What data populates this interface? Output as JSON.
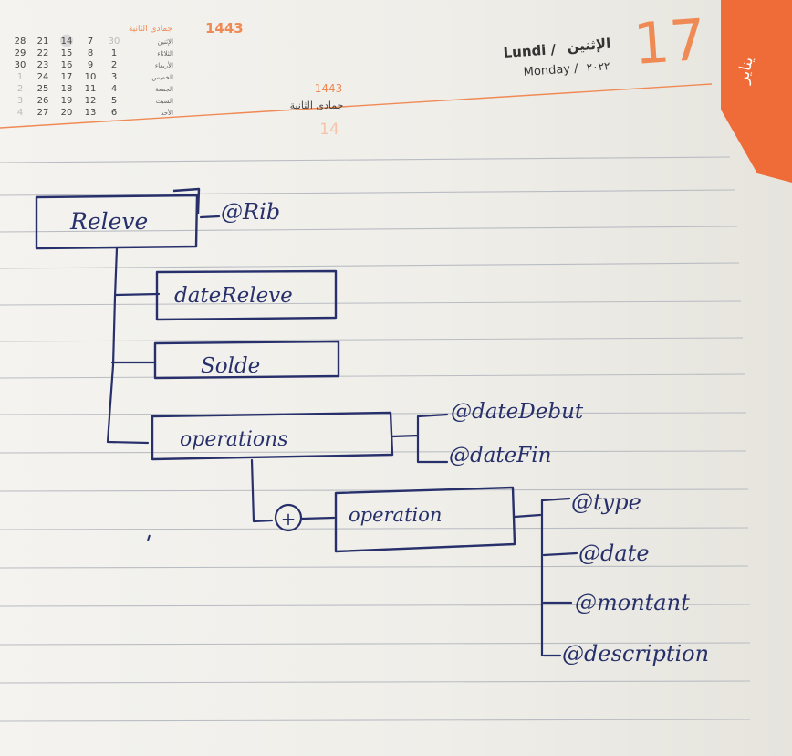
{
  "header": {
    "hijri_year": "1443",
    "hijri_year_small": "1443",
    "hijri_month": "جمادى الثانية",
    "faint_day": "14",
    "day_fr": "Lundi /",
    "day_ar": "الإثنين",
    "day_en": "Monday /",
    "day_number": "17",
    "month_tab": "يناير",
    "mini_header_ar": "جمادى الثانية",
    "calendar_rows": [
      {
        "label": "الإثنين",
        "nums": [
          "28",
          "21",
          "14",
          "7",
          "30"
        ]
      },
      {
        "label": "الثلاثاء",
        "nums": [
          "29",
          "22",
          "15",
          "8",
          "1"
        ]
      },
      {
        "label": "الأربعاء",
        "nums": [
          "30",
          "23",
          "16",
          "9",
          "2"
        ]
      },
      {
        "label": "الخميس",
        "nums": [
          "1",
          "24",
          "17",
          "10",
          "3"
        ]
      },
      {
        "label": "الجمعة",
        "nums": [
          "2",
          "25",
          "18",
          "11",
          "4"
        ]
      },
      {
        "label": "السبت",
        "nums": [
          "3",
          "26",
          "19",
          "12",
          "5"
        ]
      },
      {
        "label": "الأحد",
        "nums": [
          "4",
          "27",
          "20",
          "13",
          "6"
        ]
      }
    ]
  },
  "diagram": {
    "root": "Releve",
    "root_attr": "@Rib",
    "child_1": "dateReleve",
    "child_2": "Solde",
    "child_3": "operations",
    "child_3_attr_1": "@dateDebut",
    "child_3_attr_2": "@dateFin",
    "plus_symbol": "+",
    "grandchild": "operation",
    "grandchild_attr_1": "@type",
    "grandchild_attr_2": "@date",
    "grandchild_attr_3": "@montant",
    "grandchild_attr_4": "@description"
  },
  "colors": {
    "ink": "#27306b",
    "accent": "#f08a55",
    "paper": "#f1f0eb"
  }
}
